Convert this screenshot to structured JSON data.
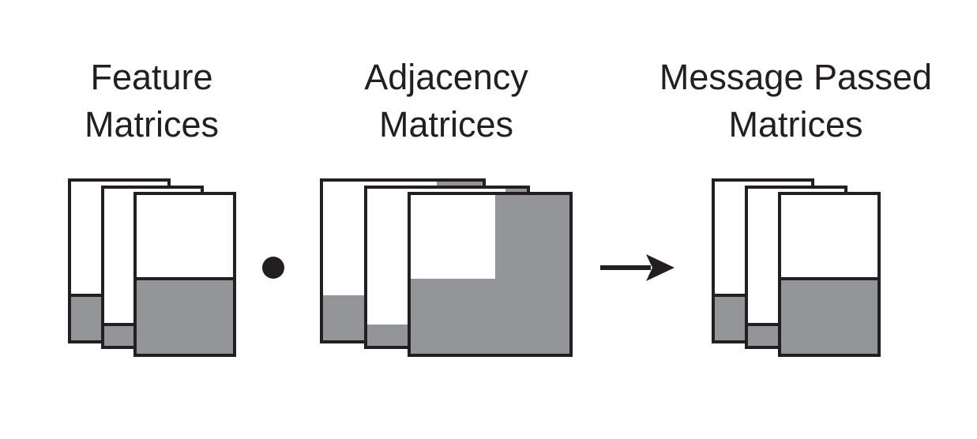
{
  "labels": {
    "feature": {
      "line1": "Feature",
      "line2": "Matrices"
    },
    "adjacency": {
      "line1": "Adjacency",
      "line2": "Matrices"
    },
    "message_passed": {
      "line1": "Message Passed",
      "line2": "Matrices"
    }
  },
  "colors": {
    "stroke": "#231f20",
    "fill_gray": "#939598",
    "background": "#ffffff"
  },
  "operators": {
    "multiply": "dot",
    "result": "arrow-right"
  }
}
